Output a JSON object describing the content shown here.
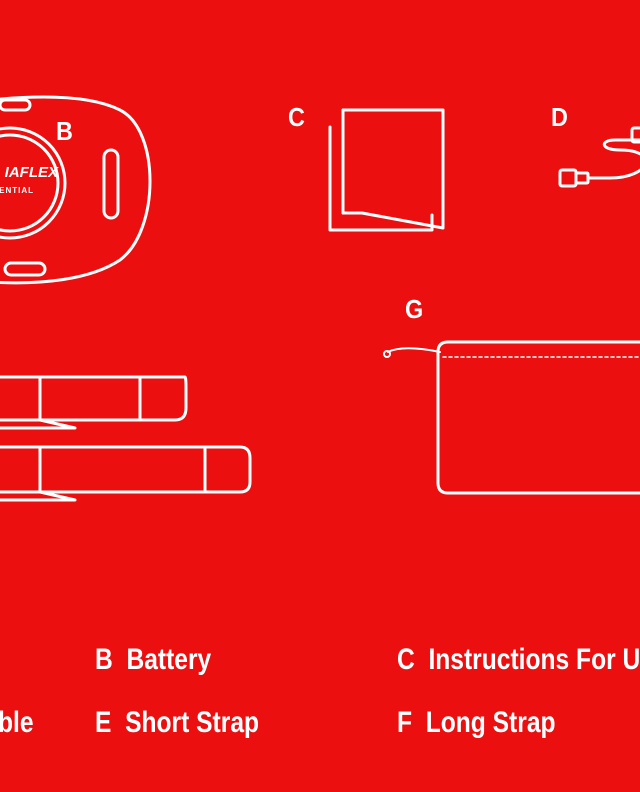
{
  "illustration_letters": {
    "b": "B",
    "c": "C",
    "d": "D",
    "g": "G"
  },
  "battery_device": {
    "brand": "IAFLEX",
    "model": "SENTIAL"
  },
  "legend": {
    "row1": [
      {
        "letter": "",
        "text": ""
      },
      {
        "letter": "B",
        "text": "Battery"
      },
      {
        "letter": "C",
        "text": "Instructions For U"
      }
    ],
    "row2": [
      {
        "letter": "",
        "text": "ble"
      },
      {
        "letter": "E",
        "text": "Short Strap"
      },
      {
        "letter": "F",
        "text": "Long Strap"
      }
    ]
  }
}
